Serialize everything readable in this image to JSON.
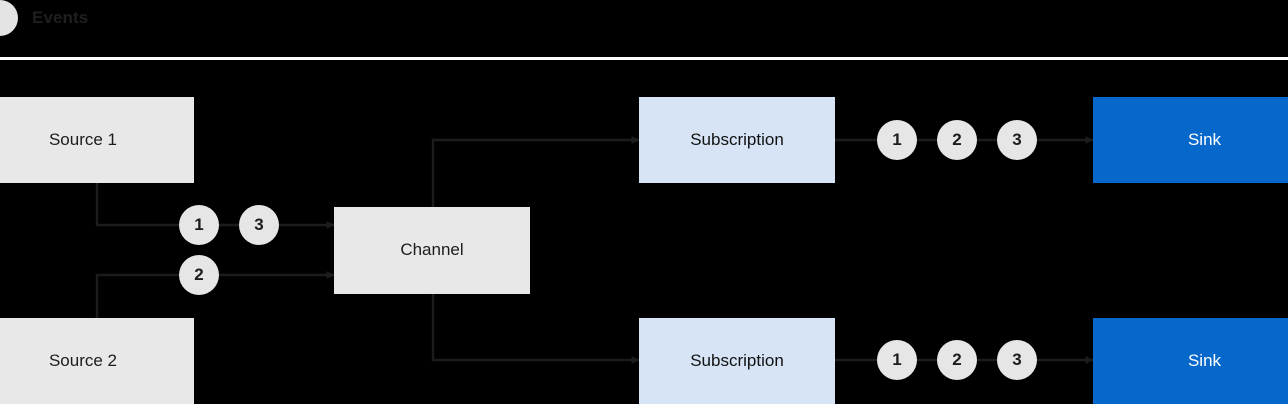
{
  "legend": {
    "dot_icon": "event-dot-icon",
    "label": "Events",
    "dot_color": "#e4e4e4"
  },
  "colors": {
    "background": "#000000",
    "source_box": "#e8e8e8",
    "channel_box": "#e8e8e8",
    "subscription_box": "#d6e4f5",
    "sink_box": "#0668cb",
    "sink_text": "#ffffff",
    "token": "#e6e6e6",
    "wire": "#1c1c1c",
    "divider": "#ffffff"
  },
  "diagram": {
    "type": "event-flow",
    "nodes": {
      "source1": {
        "label": "Source 1",
        "kind": "source"
      },
      "source2": {
        "label": "Source 2",
        "kind": "source"
      },
      "channel": {
        "label": "Channel",
        "kind": "channel"
      },
      "subscription_top": {
        "label": "Subscription",
        "kind": "subscription"
      },
      "subscription_bottom": {
        "label": "Subscription",
        "kind": "subscription"
      },
      "sink_top": {
        "label": "Sink",
        "kind": "sink"
      },
      "sink_bottom": {
        "label": "Sink",
        "kind": "sink"
      }
    },
    "tokens": {
      "source1_lane": [
        "1",
        "3"
      ],
      "source2_lane": [
        "2"
      ],
      "subscription_top_lane": [
        "1",
        "2",
        "3"
      ],
      "subscription_bottom_lane": [
        "1",
        "2",
        "3"
      ]
    },
    "edges": [
      {
        "from": "source1",
        "to": "channel"
      },
      {
        "from": "source2",
        "to": "channel"
      },
      {
        "from": "channel",
        "to": "subscription_top"
      },
      {
        "from": "channel",
        "to": "subscription_bottom"
      },
      {
        "from": "subscription_top",
        "to": "sink_top"
      },
      {
        "from": "subscription_bottom",
        "to": "sink_bottom"
      }
    ]
  }
}
